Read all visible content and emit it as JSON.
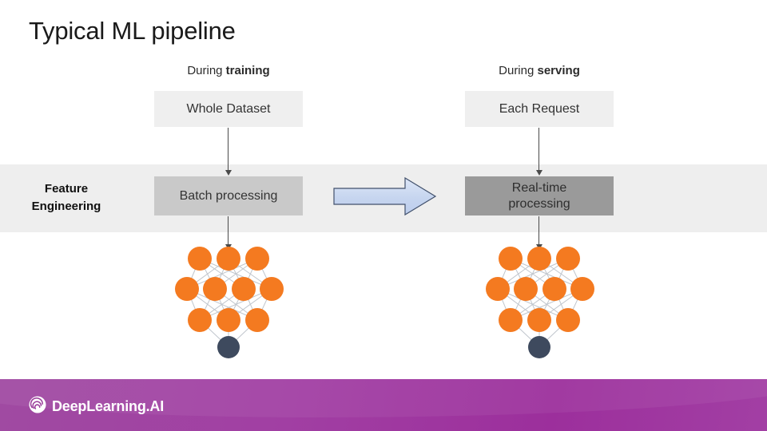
{
  "slide": {
    "title": "Typical ML pipeline",
    "background_color": "#ffffff"
  },
  "band": {
    "label_line1": "Feature",
    "label_line2": "Engineering",
    "background_color": "#eeeeee"
  },
  "columns": [
    {
      "caption_prefix": "During ",
      "caption_emphasis": "training",
      "source_box": "Whole Dataset",
      "source_box_color": "#efefef",
      "processing_box": "Batch processing",
      "processing_box_color": "#c9c9c9"
    },
    {
      "caption_prefix": "During ",
      "caption_emphasis": "serving",
      "source_box": "Each Request",
      "source_box_color": "#efefef",
      "processing_box_line1": "Real-time",
      "processing_box_line2": "processing",
      "processing_box_color": "#9a9a9a"
    }
  ],
  "flow_arrow": {
    "direction": "right",
    "fill_color": "#c9d7f0",
    "stroke_color": "#3a4a63"
  },
  "neural_network": {
    "layers": [
      3,
      4,
      3,
      1
    ],
    "node_color": "#f47a20",
    "output_node_color": "#3e4a5e",
    "edge_color": "#b9bfc7"
  },
  "connectors": {
    "color": "#4a4a4a"
  },
  "footer": {
    "brand": "DeepLearning.AI",
    "background_color": "#9a3c9a",
    "text_color": "#ffffff"
  }
}
